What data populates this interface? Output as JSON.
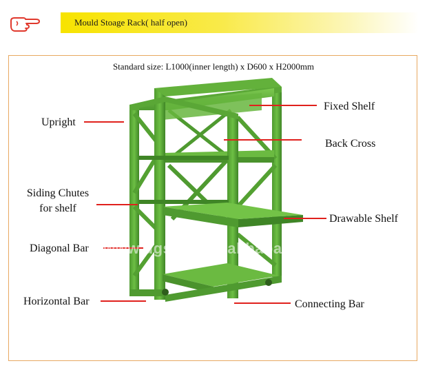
{
  "header": {
    "title": "Mould Stoage Rack( half open)",
    "icon": "pointing-hand-icon",
    "accent": "#f7e300"
  },
  "subtitle": "Standard size: L1000(inner length) x D600 x H2000mm",
  "labels": {
    "upright": "Upright",
    "siding_chutes_line1": "Siding Chutes",
    "siding_chutes_line2": "for shelf",
    "diagonal_bar": "Diagonal Bar",
    "horizontal_bar": "Horizontal Bar",
    "fixed_shelf": "Fixed Shelf",
    "back_cross": "Back Cross",
    "drawable_shelf": "Drawable Shelf",
    "connecting_bar": "Connecting Bar"
  },
  "watermark": "www.dgsunli.en.alibaba.com",
  "colors": {
    "rack_green": "#5fae3a",
    "leader_line": "#e0201c",
    "frame_border": "#e8a860"
  }
}
